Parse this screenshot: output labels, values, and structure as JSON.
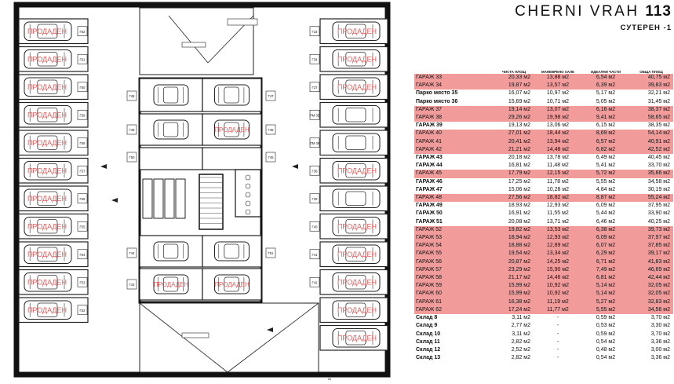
{
  "title": {
    "name": "CHERNI VRAH",
    "number": "113",
    "floor": "СУТЕРЕН -1"
  },
  "columns": [
    "ЧИСТА ПЛОЩ",
    "МАНЕВРЕНО ХАЛЕ",
    "ИДЕАЛНИ ЧАСТИ",
    "ОБЩА ПЛОЩ"
  ],
  "rows": [
    {
      "name": "ГАРАЖ 33",
      "net": "20,33 м2",
      "manoeuvre": "13,88 м2",
      "ideal": "6,54 м2",
      "total": "40,75 м2",
      "sold": true
    },
    {
      "name": "ГАРАЖ 34",
      "net": "19,87 м2",
      "manoeuvre": "13,57 м2",
      "ideal": "6,39 м2",
      "total": "39,83 м2",
      "sold": true
    },
    {
      "name": "Парко място 35",
      "net": "16,07 м2",
      "manoeuvre": "10,97 м2",
      "ideal": "5,17 м2",
      "total": "32,21 м2",
      "sold": false
    },
    {
      "name": "Парко място 36",
      "net": "15,69 м2",
      "manoeuvre": "10,71 м2",
      "ideal": "5,05 м2",
      "total": "31,45 м2",
      "sold": false
    },
    {
      "name": "ГАРАЖ 37",
      "net": "19,14 м2",
      "manoeuvre": "13,07 м2",
      "ideal": "6,16 м2",
      "total": "38,37 м2",
      "sold": true
    },
    {
      "name": "ГАРАЖ 38",
      "net": "29,26 м2",
      "manoeuvre": "19,98 м2",
      "ideal": "9,41 м2",
      "total": "58,65 м2",
      "sold": true
    },
    {
      "name": "ГАРАЖ 39",
      "net": "19,13 м2",
      "manoeuvre": "13,06 м2",
      "ideal": "6,15 м2",
      "total": "38,35 м2",
      "sold": false
    },
    {
      "name": "ГАРАЖ 40",
      "net": "27,01 м2",
      "manoeuvre": "18,44 м2",
      "ideal": "8,69 м2",
      "total": "54,14 м2",
      "sold": true
    },
    {
      "name": "ГАРАЖ 41",
      "net": "20,41 м2",
      "manoeuvre": "13,94 м2",
      "ideal": "6,57 м2",
      "total": "40,91 м2",
      "sold": true
    },
    {
      "name": "ГАРАЖ 42",
      "net": "21,21 м2",
      "manoeuvre": "14,48 м2",
      "ideal": "6,82 м2",
      "total": "42,52 м2",
      "sold": true
    },
    {
      "name": "ГАРАЖ 43",
      "net": "20,18 м2",
      "manoeuvre": "13,78 м2",
      "ideal": "6,49 м2",
      "total": "40,45 м2",
      "sold": false
    },
    {
      "name": "ГАРАЖ 44",
      "net": "16,81 м2",
      "manoeuvre": "11,48 м2",
      "ideal": "5,41 м2",
      "total": "33,70 м2",
      "sold": false
    },
    {
      "name": "ГАРАЖ 45",
      "net": "17,79 м2",
      "manoeuvre": "12,15 м2",
      "ideal": "5,72 м2",
      "total": "35,66 м2",
      "sold": true
    },
    {
      "name": "ГАРАЖ 46",
      "net": "17,25 м2",
      "manoeuvre": "11,78 м2",
      "ideal": "5,55 м2",
      "total": "34,58 м2",
      "sold": false
    },
    {
      "name": "ГАРАЖ 47",
      "net": "15,06 м2",
      "manoeuvre": "10,28 м2",
      "ideal": "4,84 м2",
      "total": "30,19 м2",
      "sold": false
    },
    {
      "name": "ГАРАЖ 48",
      "net": "27,56 м2",
      "manoeuvre": "18,82 м2",
      "ideal": "8,87 м2",
      "total": "55,24 м2",
      "sold": true
    },
    {
      "name": "ГАРАЖ 49",
      "net": "18,93 м2",
      "manoeuvre": "12,93 м2",
      "ideal": "6,09 м2",
      "total": "37,95 м2",
      "sold": false
    },
    {
      "name": "ГАРАЖ 50",
      "net": "16,91 м2",
      "manoeuvre": "11,55 м2",
      "ideal": "5,44 м2",
      "total": "33,90 м2",
      "sold": false
    },
    {
      "name": "ГАРАЖ 51",
      "net": "20,08 м2",
      "manoeuvre": "13,71 м2",
      "ideal": "6,46 м2",
      "total": "40,25 м2",
      "sold": false
    },
    {
      "name": "ГАРАЖ 52",
      "net": "19,82 м2",
      "manoeuvre": "13,53 м2",
      "ideal": "6,38 м2",
      "total": "39,73 м2",
      "sold": true
    },
    {
      "name": "ГАРАЖ 53",
      "net": "18,94 м2",
      "manoeuvre": "12,93 м2",
      "ideal": "6,09 м2",
      "total": "37,97 м2",
      "sold": true
    },
    {
      "name": "ГАРАЖ 54",
      "net": "18,88 м2",
      "manoeuvre": "12,89 м2",
      "ideal": "6,07 м2",
      "total": "37,85 м2",
      "sold": true
    },
    {
      "name": "ГАРАЖ 55",
      "net": "19,54 м2",
      "manoeuvre": "13,34 м2",
      "ideal": "6,29 м2",
      "total": "39,17 м2",
      "sold": true
    },
    {
      "name": "ГАРАЖ 56",
      "net": "20,87 м2",
      "manoeuvre": "14,25 м2",
      "ideal": "6,71 м2",
      "total": "41,83 м2",
      "sold": true
    },
    {
      "name": "ГАРАЖ 57",
      "net": "23,29 м2",
      "manoeuvre": "15,90 м2",
      "ideal": "7,49 м2",
      "total": "46,69 м2",
      "sold": true
    },
    {
      "name": "ГАРАЖ 58",
      "net": "21,17 м2",
      "manoeuvre": "14,46 м2",
      "ideal": "6,81 м2",
      "total": "42,44 м2",
      "sold": true
    },
    {
      "name": "ГАРАЖ 59",
      "net": "15,99 м2",
      "manoeuvre": "10,92 м2",
      "ideal": "5,14 м2",
      "total": "32,05 м2",
      "sold": true
    },
    {
      "name": "ГАРАЖ 60",
      "net": "15,99 м2",
      "manoeuvre": "10,92 м2",
      "ideal": "5,14 м2",
      "total": "32,05 м2",
      "sold": true
    },
    {
      "name": "ГАРАЖ 61",
      "net": "16,38 м2",
      "manoeuvre": "11,19 м2",
      "ideal": "5,27 м2",
      "total": "32,83 м2",
      "sold": true
    },
    {
      "name": "ГАРАЖ 62",
      "net": "17,24 м2",
      "manoeuvre": "11,77 м2",
      "ideal": "5,55 м2",
      "total": "34,56 м2",
      "sold": true
    },
    {
      "name": "Склад 8",
      "net": "3,11 м2",
      "manoeuvre": "-",
      "ideal": "0,59 м2",
      "total": "3,70 м2",
      "sold": false
    },
    {
      "name": "Склад 9",
      "net": "2,77 м2",
      "manoeuvre": "-",
      "ideal": "0,53 м2",
      "total": "3,30 м2",
      "sold": false
    },
    {
      "name": "Склад 10",
      "net": "3,11 м2",
      "manoeuvre": "-",
      "ideal": "0,59 м2",
      "total": "3,70 м2",
      "sold": false
    },
    {
      "name": "Склад 11",
      "net": "2,82 м2",
      "manoeuvre": "-",
      "ideal": "0,54 м2",
      "total": "3,36 м2",
      "sold": false
    },
    {
      "name": "Склад 12",
      "net": "2,52 м2",
      "manoeuvre": "-",
      "ideal": "0,48 м2",
      "total": "3,00 м2",
      "sold": false
    },
    {
      "name": "Склад 13",
      "net": "2,82 м2",
      "manoeuvre": "-",
      "ideal": "0,54 м2",
      "total": "3,36 м2",
      "sold": false
    }
  ],
  "plan": {
    "sold_label": "ПРОДАДЕН",
    "spot_labels_left": [
      "Г62",
      "Г61",
      "Г60",
      "Г59",
      "Г58",
      "Г57",
      "Г56",
      "Г55",
      "Г54",
      "Г53",
      "Г52"
    ],
    "spot_labels_right": [
      "Г33",
      "Г34",
      "Г37",
      "ПМ 35",
      "ПМ 36",
      "Г38",
      "Г39",
      "Г40",
      "Г41",
      "Г42"
    ],
    "center_labels": [
      "Г48",
      "Г49",
      "Г50",
      "Г47",
      "Г46",
      "Г45",
      "Г44",
      "Г43",
      "Г51"
    ],
    "page_number": "20",
    "sold_color": "#e06060",
    "highlight_color": "#f19b9b"
  }
}
